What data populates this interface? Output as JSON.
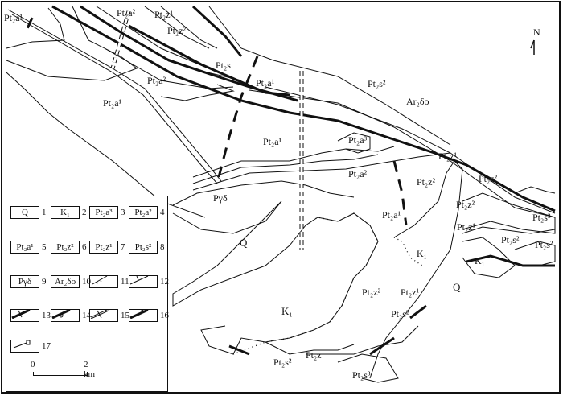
{
  "north_arrow": {
    "label": "N"
  },
  "map_labels": [
    "Pt₂a¹",
    "Pt₂a²",
    "Pt₂z¹",
    "Pt₂z²",
    "Pt₂s",
    "Pt₂a¹",
    "Pt₂a²",
    "Pt₂a¹",
    "Ar₂δo",
    "Pt₂s²",
    "Pt₂a¹",
    "Pt₂a³",
    "Pt₂a²",
    "Pt₂z¹",
    "Pt₂z²",
    "Pt₂z²",
    "Pt₂z²",
    "Pt₂z¹",
    "Pt₂s²",
    "Pt₂s²",
    "Pt₂s²",
    "Pt₂a¹",
    "K₁",
    "K₁",
    "Q",
    "Q",
    "Pγδ",
    "Pt₂z²",
    "Pt₂z¹",
    "Pt₂s²",
    "K₁",
    "Pt₂s²",
    "Pt₂z",
    "Pt₂s³"
  ],
  "legend": {
    "items": [
      {
        "symbol": "Q",
        "num": "1"
      },
      {
        "symbol": "K₁",
        "num": "2"
      },
      {
        "symbol": "Pt₂a³",
        "num": "3"
      },
      {
        "symbol": "Pt₂a²",
        "num": "4"
      },
      {
        "symbol": "Pt₂a¹",
        "num": "5"
      },
      {
        "symbol": "Pt₂z²",
        "num": "6"
      },
      {
        "symbol": "Pt₂z¹",
        "num": "7"
      },
      {
        "symbol": "Pt₂s²",
        "num": "8"
      },
      {
        "symbol": "Pγδ",
        "num": "9"
      },
      {
        "symbol": "Ar₂δo",
        "num": "10"
      },
      {
        "symbol": "",
        "num": "11"
      },
      {
        "symbol": "",
        "num": "12"
      },
      {
        "symbol": "",
        "num": "13"
      },
      {
        "symbol": "",
        "num": "14"
      },
      {
        "symbol": "",
        "num": "15"
      },
      {
        "symbol": "",
        "num": "16"
      },
      {
        "symbol": "",
        "num": "17"
      }
    ],
    "scale": {
      "start": "0",
      "end": "2 km"
    }
  }
}
